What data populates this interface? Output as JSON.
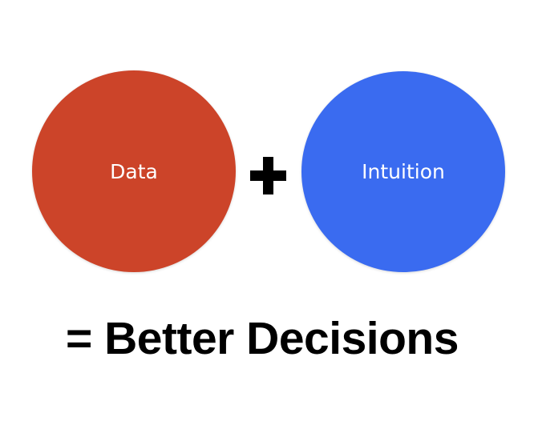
{
  "circles": [
    {
      "label": "Data",
      "color": "#CC4429"
    },
    {
      "label": "Intuition",
      "color": "#3A6BF0"
    }
  ],
  "operator": "+",
  "result": "= Better Decisions"
}
